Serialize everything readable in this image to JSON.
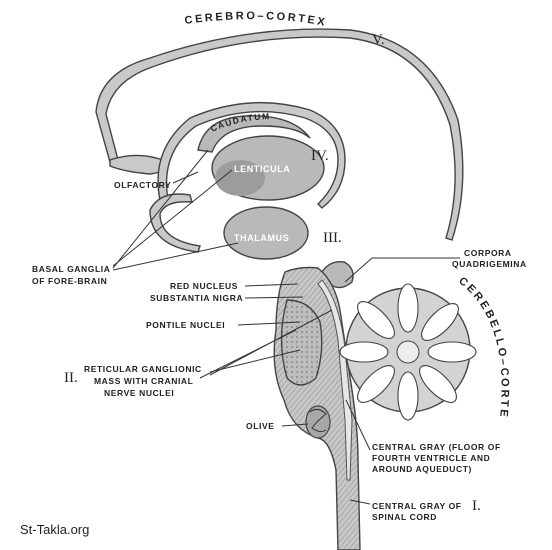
{
  "watermark": "St-Takla.org",
  "labels": {
    "cerebro_cortex": "CEREBRO–CORTEX",
    "roman_v": "V.",
    "caudatum": "CAUDATUM",
    "lenticula": "LENTICULA",
    "roman_iv": "IV.",
    "olfactory": "OLFACTORY",
    "thalamus": "THALAMUS",
    "roman_iii": "III.",
    "basal_ganglia_1": "BASAL GANGLIA",
    "basal_ganglia_2": "OF FORE-BRAIN",
    "corpora_1": "CORPORA",
    "corpora_2": "QUADRIGEMINA",
    "red_nucleus": "RED NUCLEUS",
    "substantia_nigra": "SUBSTANTIA NIGRA",
    "pontile_nuclei": "PONTILE NUCLEI",
    "roman_ii": "II.",
    "reticular_1": "RETICULAR GANGLIONIC",
    "reticular_2": "MASS WITH CRANIAL",
    "reticular_3": "NERVE NUCLEI",
    "cerebello_cortex": "CEREBELLO–CORTEX",
    "olive": "OLIVE",
    "central_gray_1": "CENTRAL GRAY (FLOOR OF",
    "central_gray_2": "FOURTH VENTRICLE AND",
    "central_gray_3": "AROUND AQUEDUCT)",
    "spinal_1": "CENTRAL GRAY OF",
    "roman_i": "I.",
    "spinal_2": "SPINAL CORD"
  }
}
